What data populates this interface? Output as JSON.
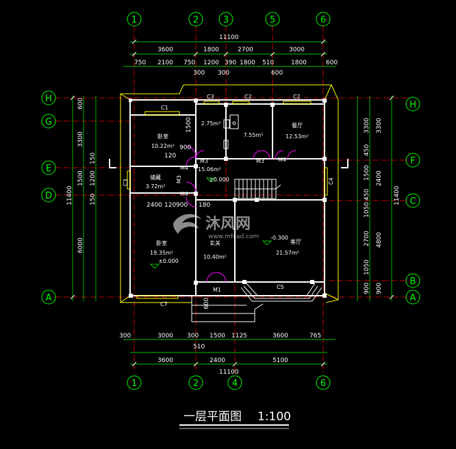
{
  "title": "一层平面图",
  "scale": "1:100",
  "watermark": {
    "brand": "沐风网",
    "url": "www.mfcad.com"
  },
  "colors": {
    "background": "#000000",
    "wall": "#ffffff",
    "axis": "#00ff00",
    "dim": "#ffffff",
    "grid": "#ff0000",
    "window": "#ffff00",
    "door": "#ff00ff",
    "stair": "#ffffff"
  },
  "axes": {
    "top": [
      "1",
      "2",
      "3",
      "5",
      "6"
    ],
    "bottom": [
      "1",
      "2",
      "4",
      "6"
    ],
    "left": [
      "H",
      "G",
      "E",
      "D",
      "A"
    ],
    "right": [
      "H",
      "F",
      "C",
      "B",
      "A"
    ]
  },
  "dims": {
    "top_total": "11100",
    "top_row1": [
      "3600",
      "1800",
      "2700",
      "3000"
    ],
    "top_row2": [
      "750",
      "2100",
      "750",
      "1200",
      "390",
      "1800",
      "510",
      "1800",
      "600"
    ],
    "top_row2b": [
      "300",
      "300",
      "600"
    ],
    "bottom_row1": [
      "300",
      "3000",
      "300",
      "1500",
      "1125",
      "3600",
      "765"
    ],
    "bottom_row1b": [
      "510"
    ],
    "bottom_row2": [
      "3600",
      "2400",
      "5100"
    ],
    "bottom_total": "11100",
    "left_total": "11400",
    "left_segs": [
      "600",
      "3300",
      "150",
      "1500",
      "1200",
      "150",
      "6000"
    ],
    "right_total": "11400",
    "right_segs_a": [
      "3300",
      "450",
      "1500",
      "450",
      "1050",
      "2700",
      "1050",
      "900"
    ],
    "right_segs_b": [
      "3300",
      "2400",
      "4800",
      "900"
    ],
    "inner": [
      "1500",
      "900",
      "120",
      "2400",
      "120",
      "900",
      "180",
      "600"
    ]
  },
  "rooms": [
    {
      "name": "卧室",
      "area": "10.22m²"
    },
    {
      "name": "储藏",
      "area": "3.72m²"
    },
    {
      "name": "卧室",
      "area": "19.35m²",
      "level": "±0.000"
    },
    {
      "name": "",
      "area": "2.75m²"
    },
    {
      "name": "",
      "area": "7.55m²"
    },
    {
      "name": "餐厅",
      "area": "12.53m²"
    },
    {
      "name": "",
      "area": "15.06m²",
      "level": "±0.000"
    },
    {
      "name": "玄关",
      "area": "10.40m²"
    },
    {
      "name": "客厅",
      "area": "21.57m²",
      "level": "-0.300"
    }
  ],
  "labels": {
    "windows": [
      "C1",
      "C3",
      "C2",
      "C2",
      "C3",
      "C4",
      "C5",
      "C7"
    ],
    "doors": [
      "M3",
      "M3",
      "M4",
      "M4",
      "M3",
      "M4",
      "M1"
    ]
  }
}
